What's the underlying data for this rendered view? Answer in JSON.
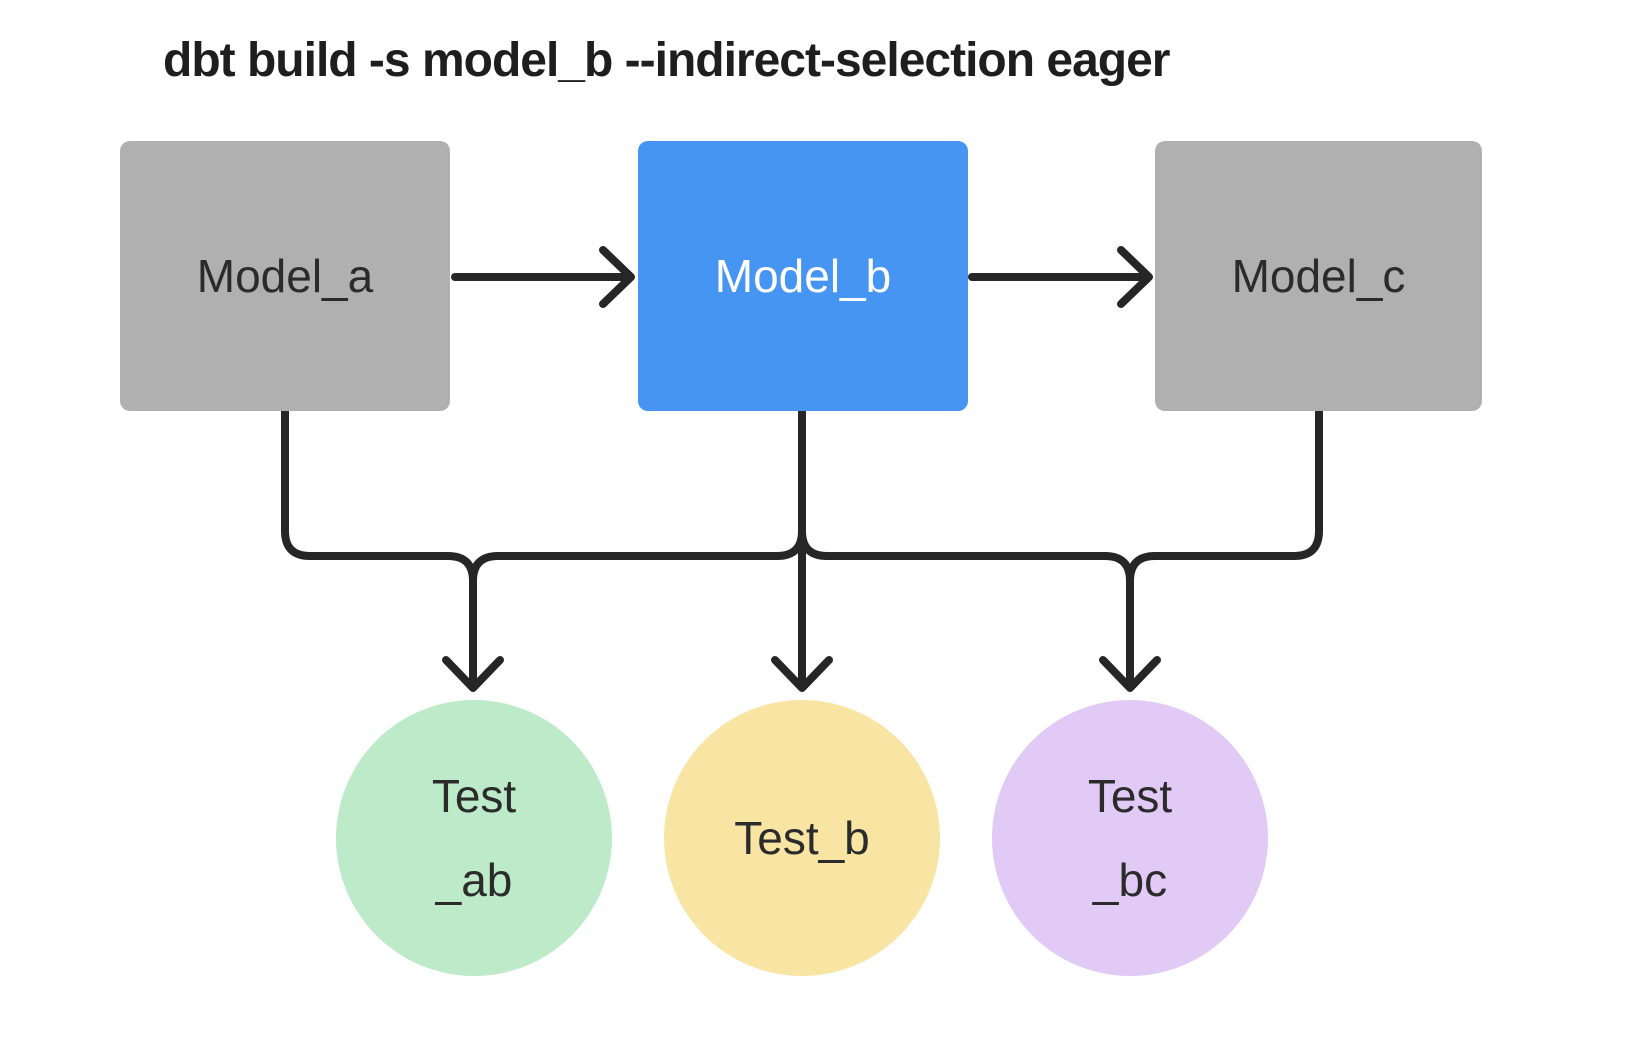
{
  "title": "dbt build -s model_b --indirect-selection eager",
  "colors": {
    "background": "#ffffff",
    "model_default": "#b0b0b0",
    "model_selected": "#4695f2",
    "test_ab": "#bdeac8",
    "test_b": "#f8e5a4",
    "test_bc": "#e1cbf6",
    "edge": "#262626",
    "label_dark": "#2b2b2b",
    "label_light": "#ffffff"
  },
  "models": [
    {
      "id": "model_a",
      "label": "Model_a",
      "selected": false
    },
    {
      "id": "model_b",
      "label": "Model_b",
      "selected": true
    },
    {
      "id": "model_c",
      "label": "Model_c",
      "selected": false
    }
  ],
  "tests": [
    {
      "id": "test_ab",
      "lines": [
        "Test",
        "_ab"
      ]
    },
    {
      "id": "test_b",
      "lines": [
        "Test_b"
      ]
    },
    {
      "id": "test_bc",
      "lines": [
        "Test",
        "_bc"
      ]
    }
  ],
  "edges": [
    {
      "from": "model_a",
      "to": "model_b"
    },
    {
      "from": "model_b",
      "to": "model_c"
    },
    {
      "from": "model_a",
      "to": "test_ab"
    },
    {
      "from": "model_b",
      "to": "test_ab"
    },
    {
      "from": "model_b",
      "to": "test_b"
    },
    {
      "from": "model_b",
      "to": "test_bc"
    },
    {
      "from": "model_c",
      "to": "test_bc"
    }
  ]
}
